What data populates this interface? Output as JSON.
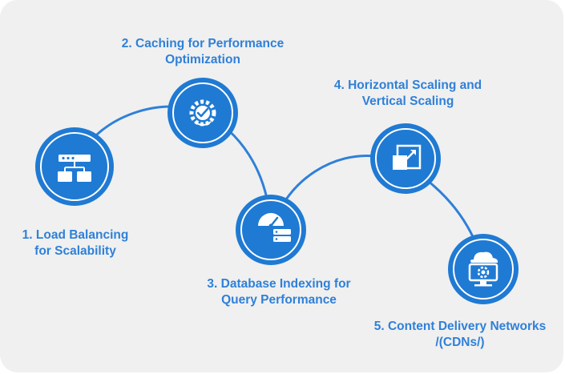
{
  "colors": {
    "accent": "#2f80d8",
    "circle_fill": "#1f7ad3",
    "circle_ring": "#ffffff",
    "card_background": "#f0f0f0"
  },
  "steps": [
    {
      "line1": "1.  Load Balancing",
      "line2": "for Scalability",
      "icon": "load-balancer-icon"
    },
    {
      "line1": "2. Caching for Performance",
      "line2": "Optimization",
      "icon": "cache-gear-icon"
    },
    {
      "line1": "3. Database Indexing for",
      "line2": "Query Performance",
      "icon": "database-gauge-icon"
    },
    {
      "line1": "4. Horizontal Scaling and",
      "line2": "Vertical Scaling",
      "icon": "scale-resize-icon"
    },
    {
      "line1": "5. Content Delivery Networks",
      "line2": "/(CDNs/)",
      "icon": "cdn-monitor-icon"
    }
  ]
}
